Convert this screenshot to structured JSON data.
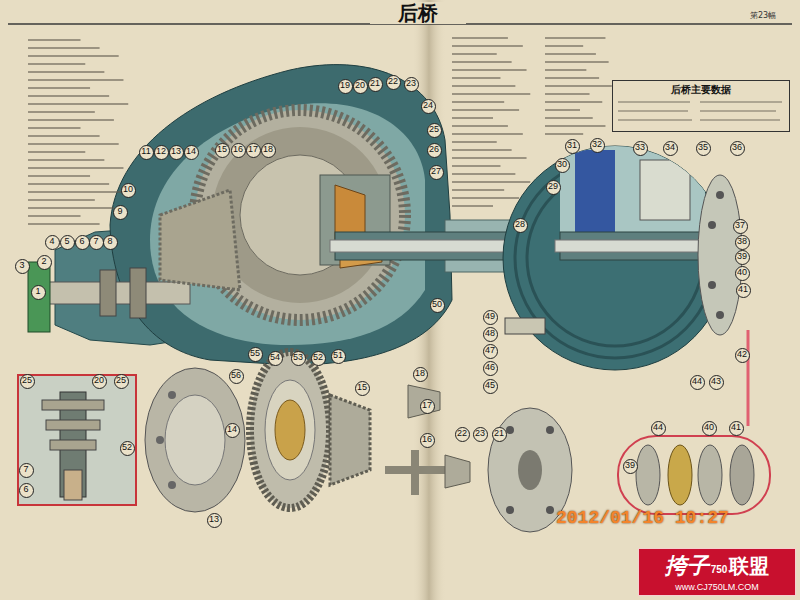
{
  "diagram": {
    "title": "后桥",
    "nodes": [
      {
        "text": [
          "后桥主要数据"
        ]
      },
      {
        "text": [
          "挎子",
          "750",
          "联盟",
          "www.CJ750LM.COM"
        ]
      }
    ],
    "labels": [
      "第23幅",
      "2012/01/16 10:27",
      "1",
      "2",
      "3",
      "4",
      "5",
      "6",
      "7",
      "8",
      "9",
      "10",
      "11",
      "12",
      "13",
      "14",
      "15",
      "16",
      "17",
      "18",
      "19",
      "20",
      "21",
      "22",
      "23",
      "24",
      "25",
      "26",
      "27",
      "28",
      "29",
      "30",
      "31",
      "32",
      "33",
      "34",
      "35",
      "36",
      "37",
      "38",
      "39",
      "40",
      "41",
      "42",
      "43",
      "44",
      "45",
      "46",
      "47",
      "48",
      "49",
      "50",
      "51",
      "52",
      "53",
      "54",
      "55",
      "56",
      "15",
      "18",
      "17",
      "16",
      "14",
      "13",
      "22",
      "23",
      "21",
      "25",
      "20",
      "25",
      "7",
      "6",
      "52",
      "44",
      "40",
      "41",
      "39"
    ]
  }
}
